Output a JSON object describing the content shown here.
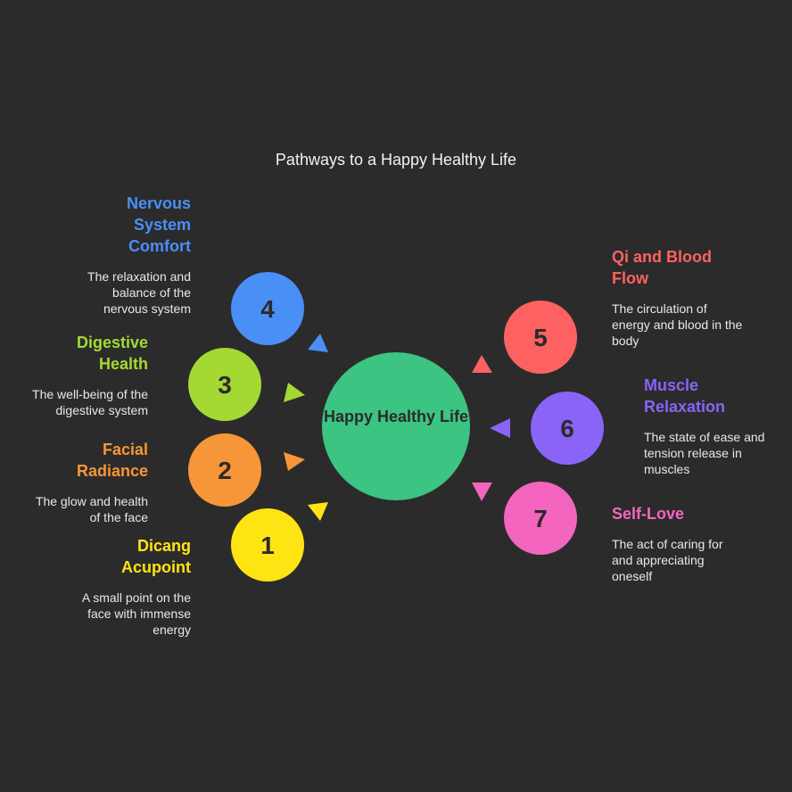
{
  "title": "Pathways to a Happy Healthy Life",
  "center": {
    "label": "Happy Healthy Life",
    "color": "#3cc482"
  },
  "items": [
    {
      "num": "1",
      "title": "Dicang Acupoint",
      "desc": "A small point on the face with immense energy",
      "color": "#ffe414"
    },
    {
      "num": "2",
      "title": "Facial Radiance",
      "desc": "The glow and health of the face",
      "color": "#f79638"
    },
    {
      "num": "3",
      "title": "Digestive Health",
      "desc": "The well-being of the digestive system",
      "color": "#a4d934"
    },
    {
      "num": "4",
      "title": "Nervous System Comfort",
      "desc": "The relaxation and balance of the nervous system",
      "color": "#4a8ff5"
    },
    {
      "num": "5",
      "title": "Qi and Blood Flow",
      "desc": "The circulation of energy and blood in the body",
      "color": "#fd6162"
    },
    {
      "num": "6",
      "title": "Muscle Relaxation",
      "desc": "The state of ease and tension release in muscles",
      "color": "#8a64f7"
    },
    {
      "num": "7",
      "title": "Self-Love",
      "desc": "The act of caring for and appreciating oneself",
      "color": "#f465bf"
    }
  ]
}
